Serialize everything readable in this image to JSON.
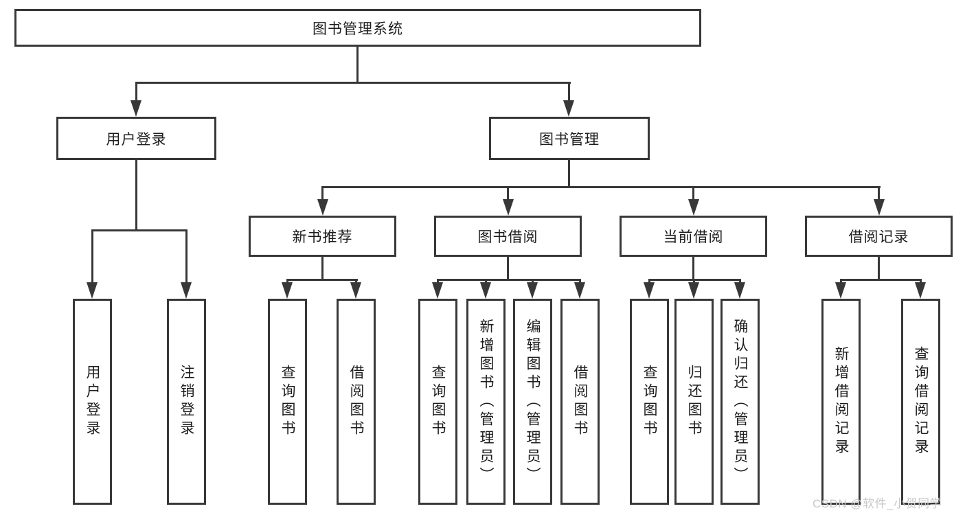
{
  "tree": {
    "root": "图书管理系统",
    "branches": [
      {
        "label": "用户登录",
        "children": [
          "用户登录",
          "注销登录"
        ]
      },
      {
        "label": "图书管理",
        "sections": [
          {
            "label": "新书推荐",
            "children": [
              "查询图书",
              "借阅图书"
            ]
          },
          {
            "label": "图书借阅",
            "children": [
              "查询图书",
              "新增图书（管理员）",
              "编辑图书（管理员）",
              "借阅图书"
            ]
          },
          {
            "label": "当前借阅",
            "children": [
              "查询图书",
              "归还图书",
              "确认归还（管理员）"
            ]
          },
          {
            "label": "借阅记录",
            "children": [
              "新增借阅记录",
              "查询借阅记录"
            ]
          }
        ]
      }
    ]
  },
  "watermark": "CSDN @软件_小贺同学",
  "colors": {
    "line": "#383838",
    "text": "#1d1d1d",
    "box_background": "#ffffff",
    "page_background": "#ffffff",
    "watermark": "#c9c9c9"
  }
}
